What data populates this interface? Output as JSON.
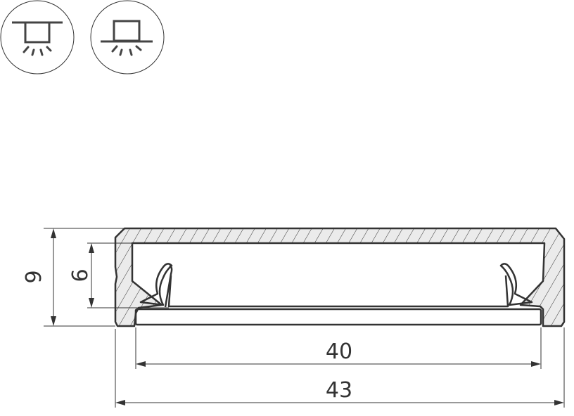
{
  "icons": [
    {
      "name": "recessed-mount-icon"
    },
    {
      "name": "surface-mount-icon"
    }
  ],
  "dimensions": {
    "width_outer": "43",
    "width_inner": "40",
    "height_outer": "9",
    "height_inner": "6"
  },
  "colors": {
    "line": "#333333",
    "hatch_fill": "#ebebeb"
  }
}
